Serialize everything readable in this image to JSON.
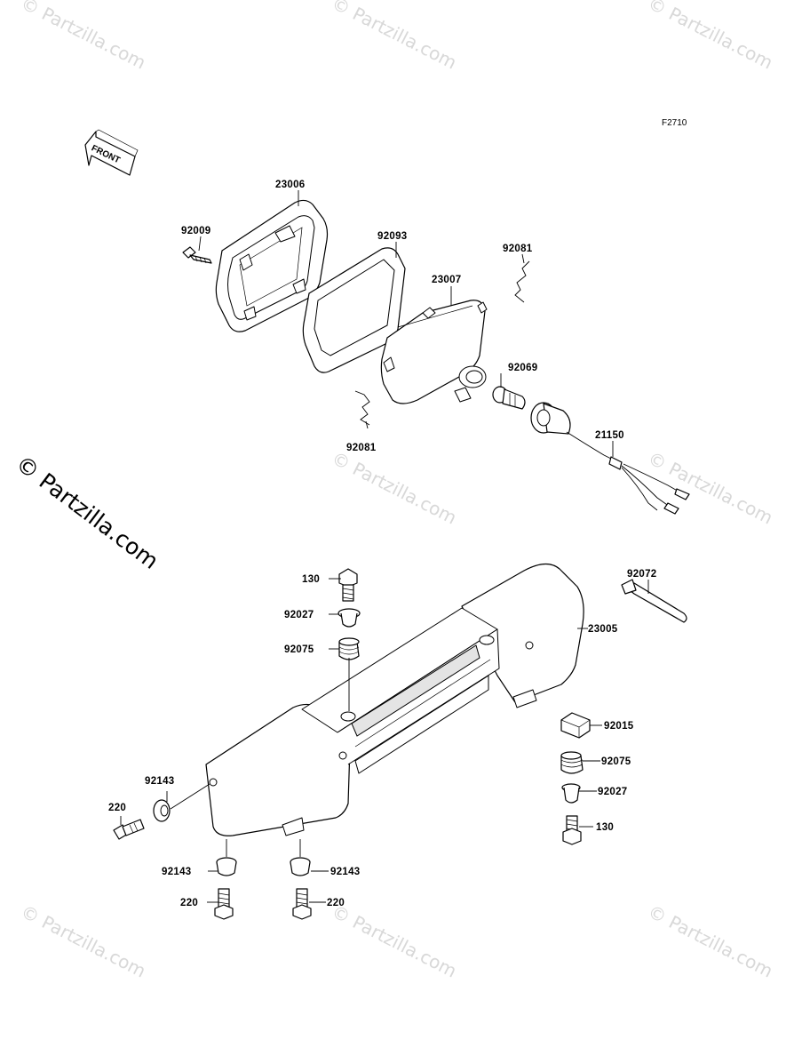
{
  "diagram_code": "F2710",
  "front_label": "FRONT",
  "copyright_text": "© Partzilla.com",
  "watermark_text": "© Partzilla.com",
  "labels": {
    "p23006": "23006",
    "p92009": "92009",
    "p92093": "92093",
    "p92081_top": "92081",
    "p23007": "23007",
    "p92069": "92069",
    "p92081_bottom": "92081",
    "p21150": "21150",
    "p92072": "92072",
    "p130_top": "130",
    "p92027_top": "92027",
    "p92075_top": "92075",
    "p23005": "23005",
    "p92015": "92015",
    "p92075_right": "92075",
    "p92027_right": "92027",
    "p130_right": "130",
    "p92143_side": "92143",
    "p220_side": "220",
    "p92143_left": "92143",
    "p92143_mid": "92143",
    "p220_left": "220",
    "p220_mid": "220"
  }
}
